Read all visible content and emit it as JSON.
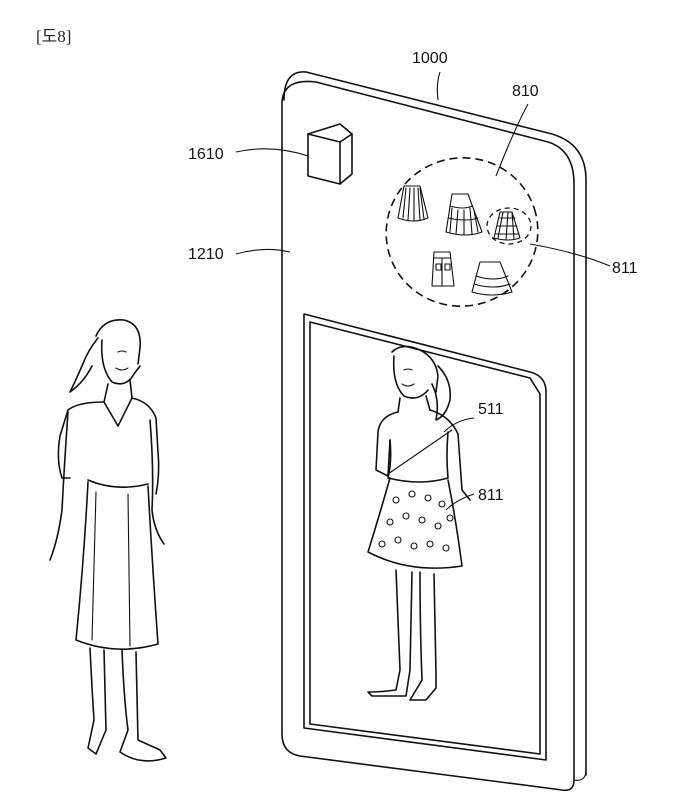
{
  "figure_label": "[도8]",
  "labels": {
    "device": "1000",
    "item_group": "810",
    "camera": "1610",
    "display": "1210",
    "selected_item": "811",
    "avatar": "511",
    "applied_item": "811"
  },
  "icons": {
    "clothing_items": [
      "pleated-skirt-icon",
      "tiered-skirt-icon",
      "selected-skirt-icon",
      "denim-skirt-icon",
      "ruffle-skirt-icon"
    ]
  }
}
